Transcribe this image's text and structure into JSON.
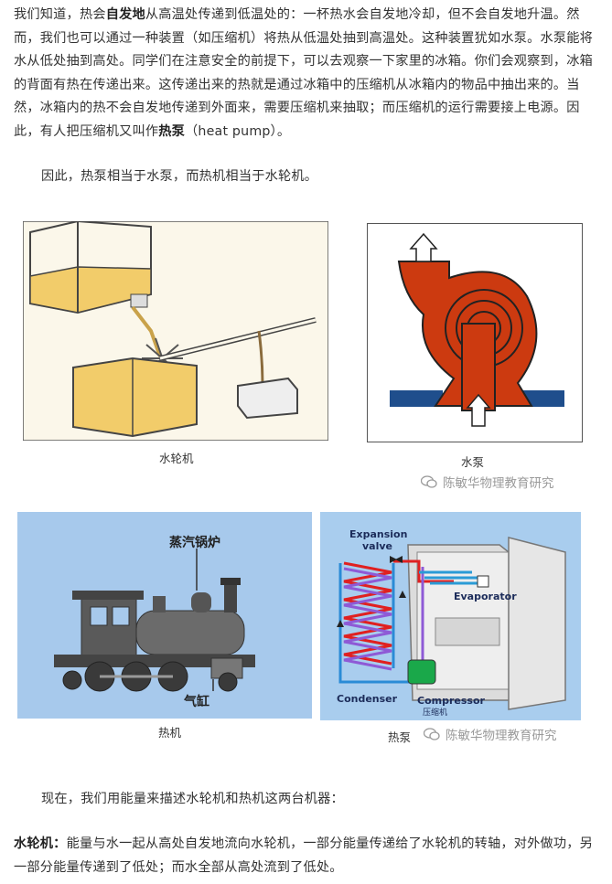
{
  "intro": {
    "p1_a": "我们知道，热会",
    "p1_b": "自发地",
    "p1_c": "从高温处传递到低温处的：一杯热水会自发地冷却，但不会自发地升温。然而，我们也可以通过一种装置（如压缩机）将热从低温处抽到高温处。这种装置犹如水泵。水泵能将水从低处抽到高处。同学们在注意安全的前提下，可以去观察一下家里的冰箱。你们会观察到，冰箱的背面有热在传递出来。这传递出来的热就是通过冰箱中的压缩机从冰箱内的物品中抽出来的。当然，冰箱内的热不会自发地传递到外面来，需要压缩机来抽取；而压缩机的运行需要接上电源。因此，有人把压缩机又叫作",
    "p1_d": "热泵",
    "p1_e": "（heat pump）。",
    "p2": "因此，热泵相当于水泵，而热机相当于水轮机。"
  },
  "figures": {
    "waterwheel_caption": "水轮机",
    "waterpump_caption": "水泵",
    "heatengine_caption": "热机",
    "heatpump_caption": "热泵",
    "loco_label_boiler": "蒸汽锅炉",
    "loco_label_cylinder": "气缸",
    "fridge_expansion": "Expansion",
    "fridge_valve": "valve",
    "fridge_evaporator": "Evaporator",
    "fridge_condenser": "Condenser",
    "fridge_compressor": "Compressor",
    "fridge_compressor_cn": "压缩机"
  },
  "watermark": {
    "text1": "陈敏华物理教育研究",
    "text2": "陈敏华物理教育研究"
  },
  "outro": {
    "p3": "现在，我们用能量来描述水轮机和热机这两台机器：",
    "p4_label": "水轮机：",
    "p4_text": "能量与水一起从高处自发地流向水轮机，一部分能量传递给了水轮机的转轴，对外做功，另一部分能量传递到了低处；而水全部从高处流到了低处。"
  },
  "colors": {
    "pump_red": "#cc3a10",
    "pump_blue": "#1f4e8c",
    "water_yellow": "#f2cc6a",
    "loco_bg": "#a7c9ec",
    "fridge_bg": "#a9cdee"
  }
}
